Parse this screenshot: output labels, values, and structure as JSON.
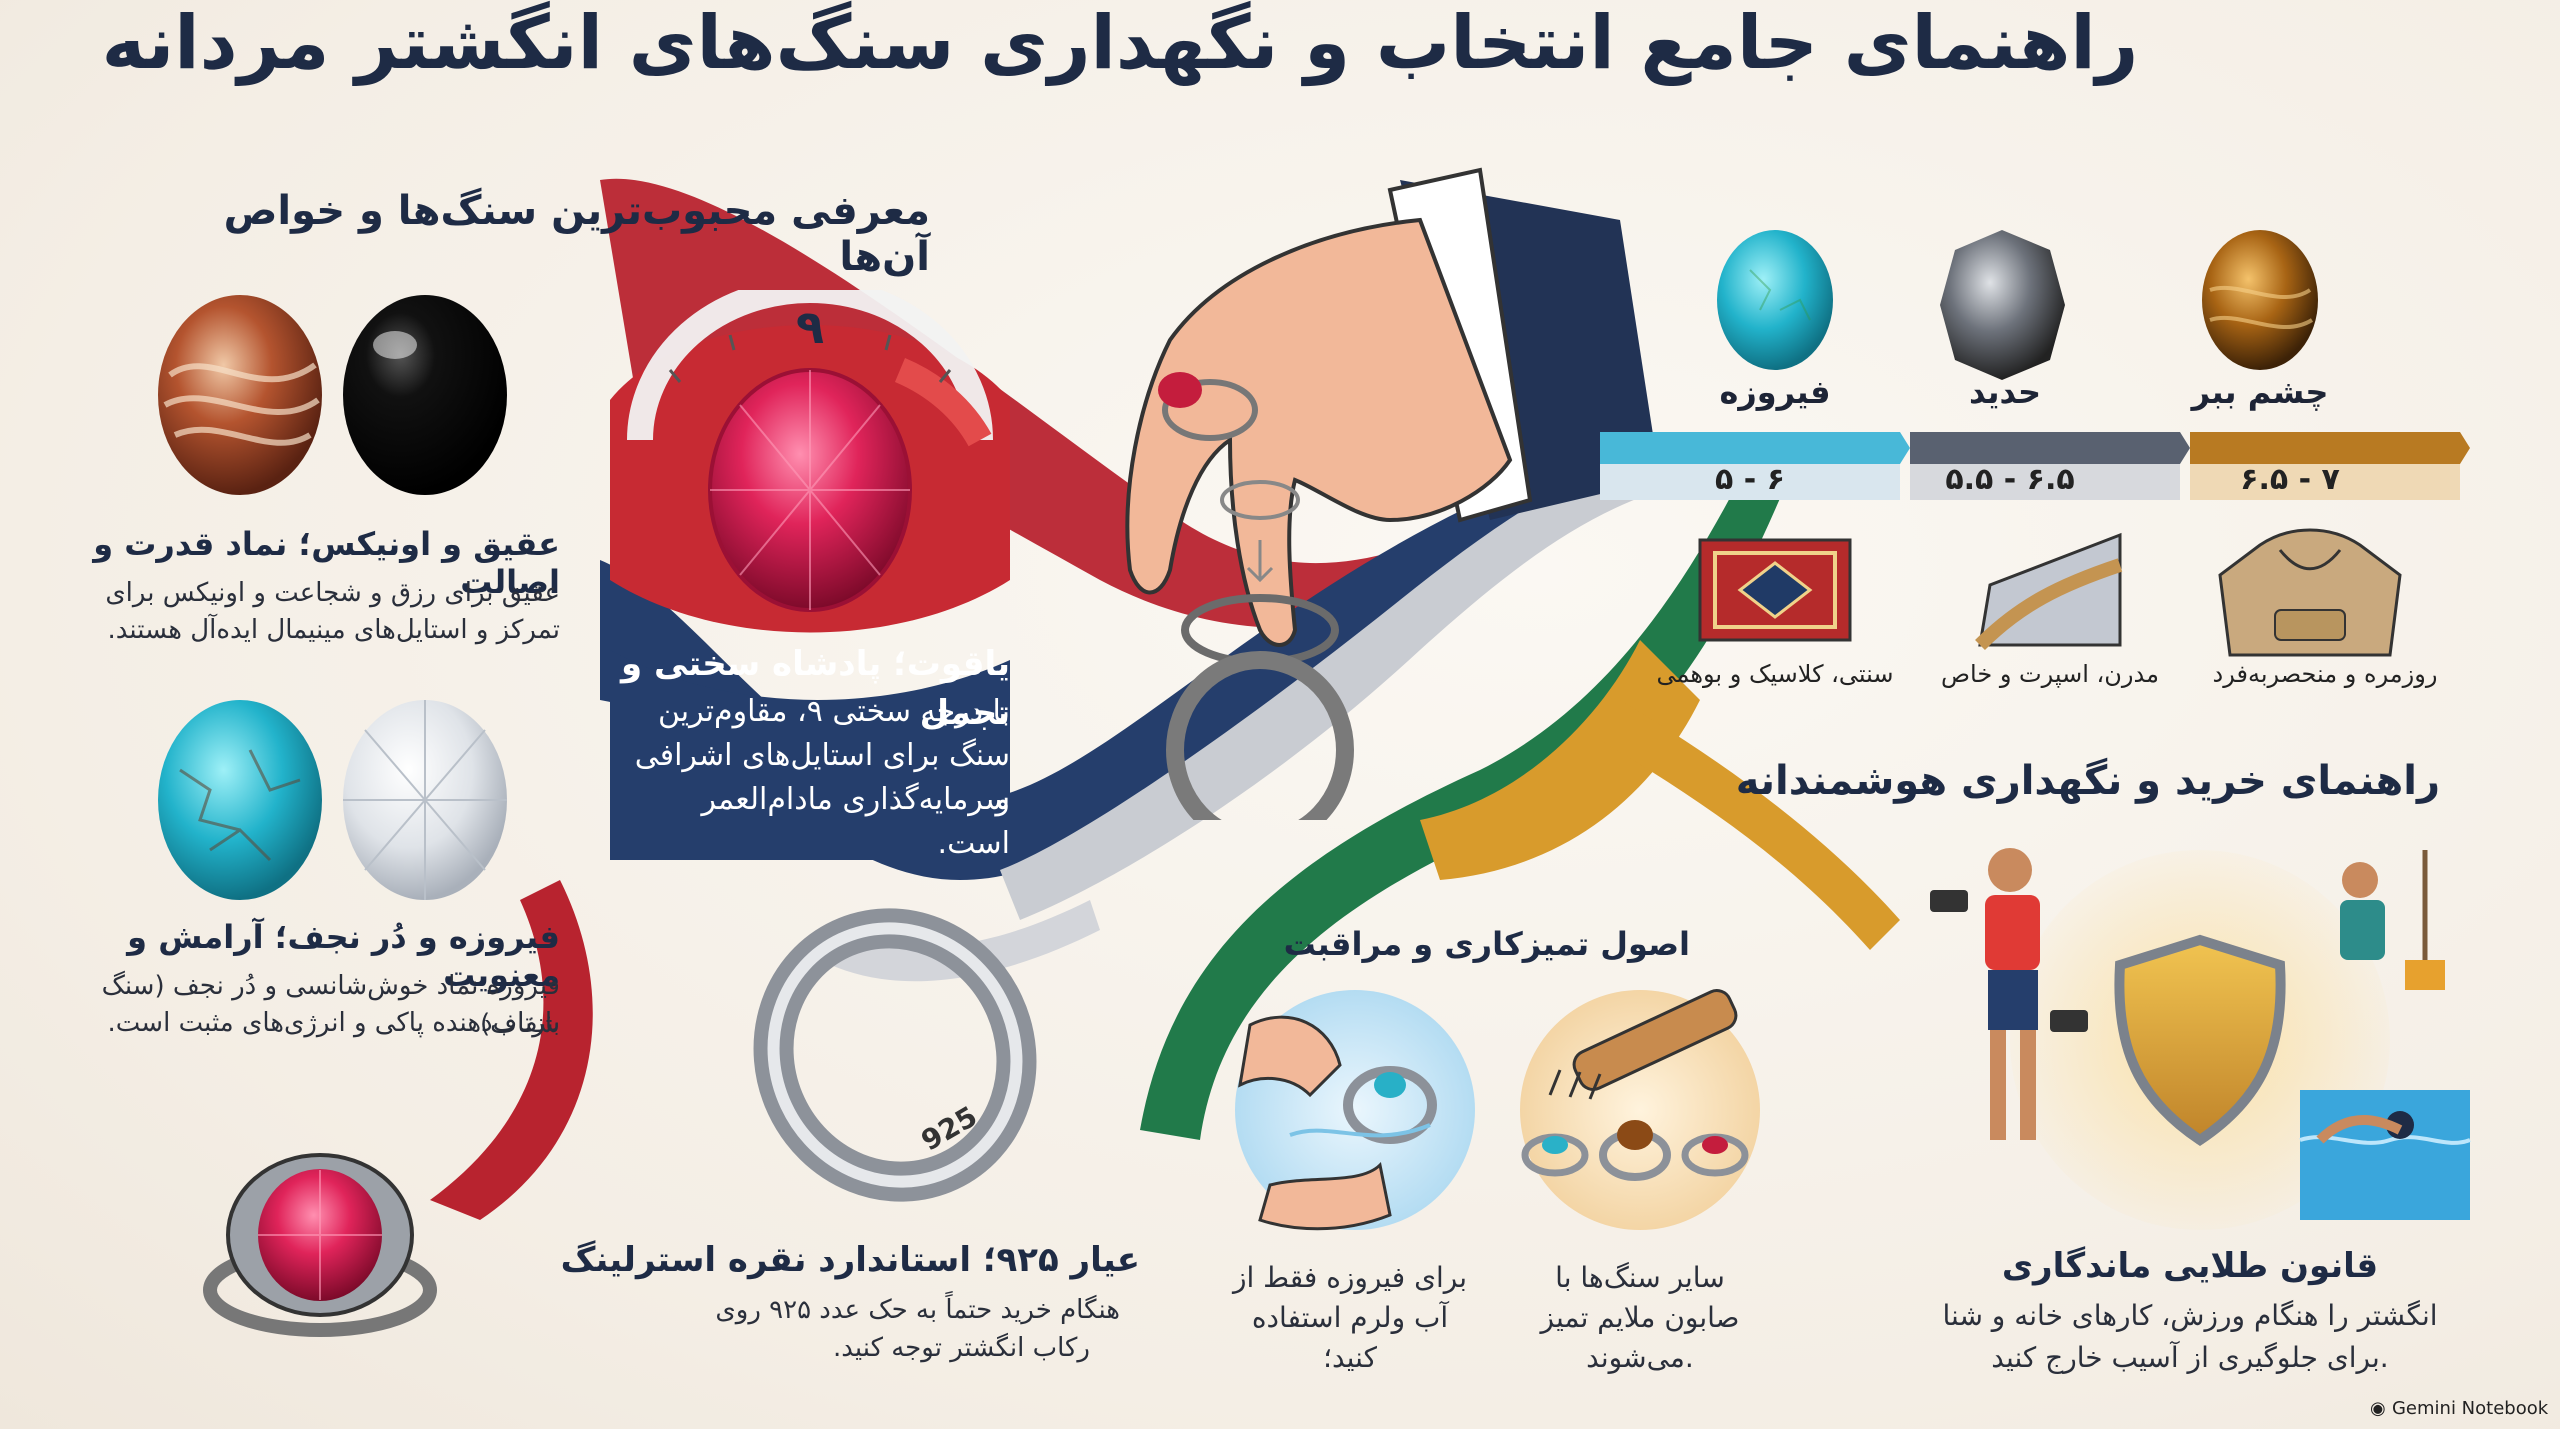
{
  "title": "راهنمای جامع انتخاب و نگهداری سنگ‌های انگشتر مردانه",
  "intro": {
    "heading": "معرفی محبوب‌ترین سنگ‌ها و خواص آن‌ها",
    "agate": {
      "title": "عقیق و اونیکس؛ نماد قدرت و اصالت",
      "body_line1": "عقیق برای رزق و شجاعت و اونیکس برای",
      "body_line2": "تمرکز و استایل‌های مینیمال ایده‌آل هستند."
    },
    "turquoise": {
      "title": "فیروزه و دُر نجف؛ آرامش و معنویت",
      "body_line1": "فیروزه نماد خوش‌شانسی و دُر نجف (سنگ شفاف)",
      "body_line2": "بازتاب‌دهنده پاکی و انرژی‌های مثبت است."
    }
  },
  "ruby": {
    "gauge_value": "۹",
    "title": "یاقوت؛ پادشاه سختی و تجمل",
    "body_line1": "با درجه سختی ۹، مقاوم‌ترین",
    "body_line2": "سنگ برای استایل‌های اشرافی و",
    "body_line3": "سرمایه‌گذاری مادام‌العمر است."
  },
  "silver": {
    "engraving": "925",
    "title": "عیار ۹۲۵؛ استاندارد نقره استرلینگ",
    "body_line1": "هنگام خرید حتماً به حک عدد ۹۲۵ روی",
    "body_line2": "رکاب انگشتر توجه کنید."
  },
  "hardness": {
    "stones": [
      {
        "name": "فیروزه",
        "range": "۵ - ۶",
        "style": "سنتی، کلاسیک و بوهمی",
        "color": "#29a9c4"
      },
      {
        "name": "حدید",
        "range": "۵.۵ - ۶.۵",
        "style": "مدرن، اسپرت و خاص",
        "color": "#555a63"
      },
      {
        "name": "چشم ببر",
        "range": "۶.۵ - ۷",
        "style": "روزمره و منحصربه‌فرد",
        "color": "#b8761c"
      }
    ]
  },
  "guide": {
    "heading": "راهنمای خرید و نگهداری هوشمندانه",
    "cleaning": {
      "heading": "اصول تمیزکاری و مراقبت",
      "turquoise_line1": "برای فیروزه فقط از",
      "turquoise_line2": "آب ولرم استفاده",
      "turquoise_line3": "کنید؛",
      "other_line1": "سایر سنگ‌ها با",
      "other_line2": "صابون ملایم تمیز",
      "other_line3": "می‌شوند."
    },
    "golden_rule": {
      "title": "قانون طلایی ماندگاری",
      "body_line1": "انگشتر را هنگام ورزش، کارهای خانه و شنا",
      "body_line2": "برای جلوگیری از آسیب خارج کنید."
    }
  },
  "footer": {
    "brand": "Gemini Notebook"
  }
}
